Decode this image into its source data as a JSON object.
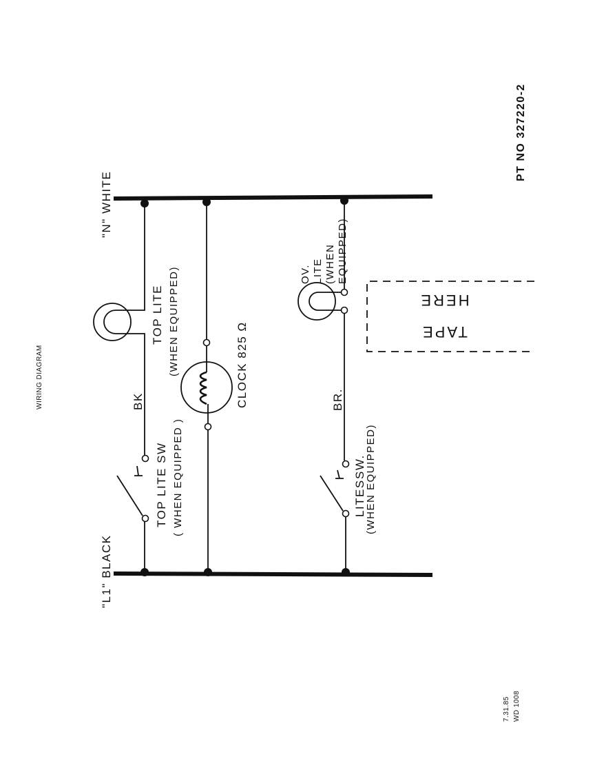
{
  "title": "WIRING DIAGRAM",
  "part_number": "PT NO 327220-2",
  "date": "7.31.85",
  "drawing_code": "WD 1008",
  "buses": {
    "neutral": "\"N\" WHITE",
    "line": "\"L1\" BLACK"
  },
  "wire_colors": {
    "top": "BK",
    "bottom": "BR."
  },
  "components": {
    "top_lite": {
      "name": "TOP LITE",
      "note": "(WHEN EQUIPPED)"
    },
    "top_lite_sw": {
      "name": "TOP LITE  SW",
      "note": "( WHEN EQUIPPED )"
    },
    "clock": {
      "name": "CLOCK 825 Ω"
    },
    "ov_lite": {
      "line1": "OV.",
      "line2": "LITE",
      "line3": "(WHEN",
      "line4": "EQUIPPED)"
    },
    "lites_sw": {
      "name": "LITES",
      "name2": "SW.",
      "note": "(WHEN EQUIPPED)"
    }
  },
  "tape": {
    "line1": "TAPE",
    "line2": "HERE"
  }
}
